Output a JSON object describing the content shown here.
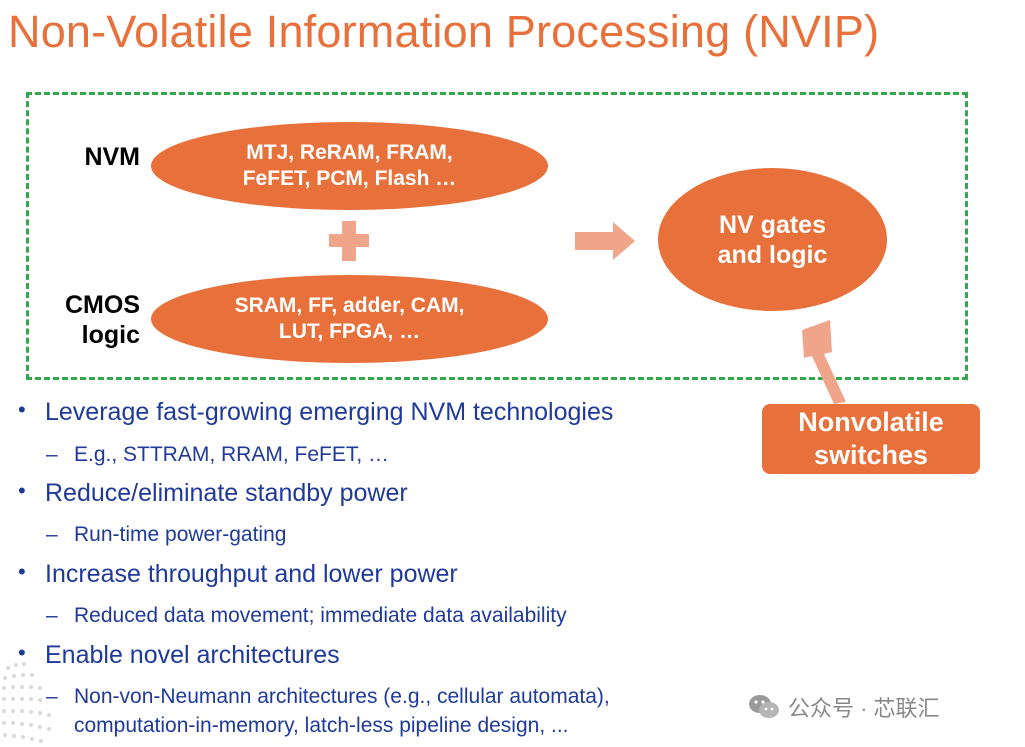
{
  "title": "Non-Volatile Information Processing (NVIP)",
  "diagram": {
    "nvm_label": "NVM",
    "cmos_label_line1": "CMOS",
    "cmos_label_line2": "logic",
    "nvm_ellipse_line1": "MTJ, ReRAM, FRAM,",
    "nvm_ellipse_line2": "FeFET, PCM, Flash …",
    "cmos_ellipse_line1": "SRAM, FF, adder, CAM,",
    "cmos_ellipse_line2": "LUT, FPGA, …",
    "nv_gates_line1": "NV gates",
    "nv_gates_line2": "and logic",
    "switches_line1": "Nonvolatile",
    "switches_line2": "switches"
  },
  "bullets": [
    {
      "text": "Leverage fast-growing emerging NVM technologies",
      "sub": [
        "E.g., STTRAM, RRAM, FeFET, …"
      ]
    },
    {
      "text": "Reduce/eliminate standby power",
      "sub": [
        "Run-time power-gating"
      ]
    },
    {
      "text": "Increase throughput and lower power",
      "sub": [
        "Reduced data movement; immediate data availability"
      ]
    },
    {
      "text": "Enable novel architectures",
      "sub": [
        "Non-von-Neumann architectures (e.g., cellular automata),",
        "computation-in-memory, latch-less pipeline design, ..."
      ]
    }
  ],
  "bullet_marker": "•",
  "sub_marker": "–",
  "watermark": "公众号 · 芯联汇",
  "colors": {
    "accent": "#e8703a",
    "light_accent": "#f0a58a",
    "bullet_text": "#1f3a9a",
    "dash_border": "#2faa4a"
  }
}
